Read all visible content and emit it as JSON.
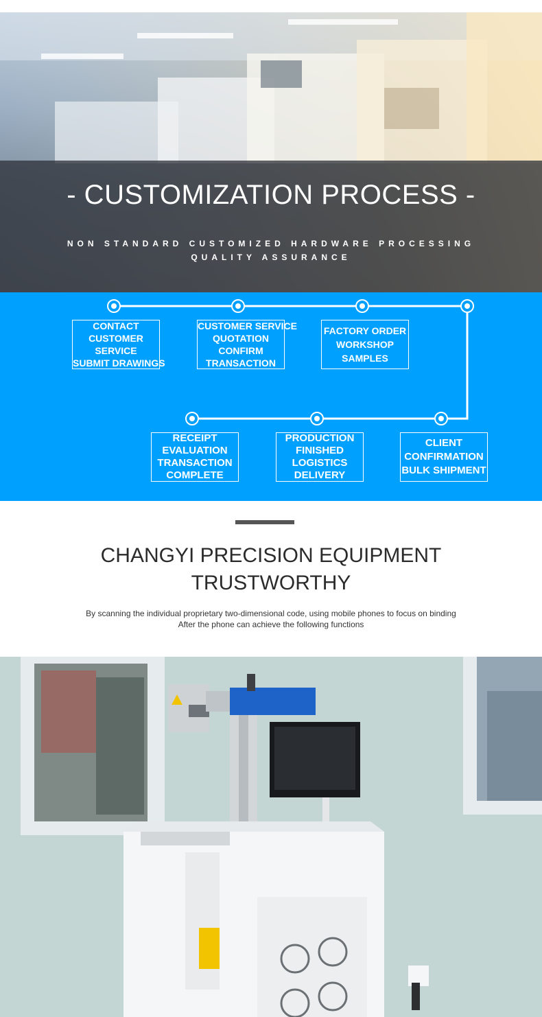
{
  "hero": {
    "title": "- CUSTOMIZATION PROCESS -",
    "subtitle_line1": "NON STANDARD CUSTOMIZED HARDWARE PROCESSING",
    "subtitle_line2": "QUALITY ASSURANCE"
  },
  "process": {
    "color": "#00a0ff",
    "steps": [
      {
        "lines": [
          "CONTACT",
          "CUSTOMER",
          "SERVICE",
          "SUBMIT DRAWINGS"
        ]
      },
      {
        "lines": [
          "CUSTOMER SERVICE",
          "QUOTATION",
          "CONFIRM",
          "TRANSACTION"
        ]
      },
      {
        "lines": [
          "FACTORY ORDER",
          "WORKSHOP",
          "SAMPLES"
        ]
      },
      {
        "lines": [
          "RECEIPT",
          "EVALUATION",
          "TRANSACTION",
          "COMPLETE"
        ]
      },
      {
        "lines": [
          "PRODUCTION",
          "FINISHED",
          "LOGISTICS",
          "DELIVERY"
        ]
      },
      {
        "lines": [
          "CLIENT",
          "CONFIRMATION",
          "BULK SHIPMENT"
        ]
      }
    ]
  },
  "section": {
    "heading_line1": "CHANGYI PRECISION EQUIPMENT",
    "heading_line2": "TRUSTWORTHY",
    "desc_line1": "By scanning the individual proprietary two-dimensional code, using mobile phones to focus on binding",
    "desc_line2": "After the phone can achieve the following functions"
  }
}
